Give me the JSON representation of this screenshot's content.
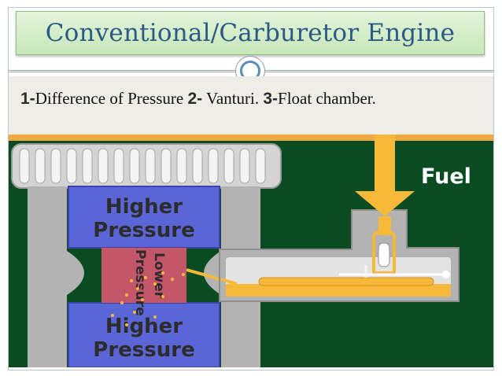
{
  "title": "Conventional/Carburetor Engine",
  "bullet": {
    "num1": "1-",
    "text1": "Difference of Pressure",
    "num2": "2-",
    "text2": "Vanturi.",
    "num3": "3-",
    "text3": "Float chamber."
  },
  "diagram": {
    "fuel_label": "Fuel",
    "upper_label_line1": "Higher",
    "upper_label_line2": "Pressure",
    "lower_label_line1": "Higher",
    "lower_label_line2": "Pressure",
    "venturi_label_line1": "Lower",
    "venturi_label_line2": "Pressure"
  },
  "colors": {
    "title_text": "#2b5a86",
    "diagram_bg": "#0a4b21",
    "pressure_box": "#5a66d6",
    "venturi": "#c4566a",
    "fuel": "#f7b93a",
    "body_grey": "#b3b3b3"
  }
}
